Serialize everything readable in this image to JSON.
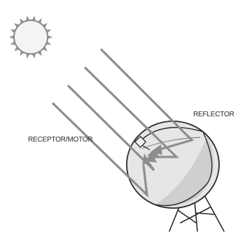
{
  "labels": {
    "receptor_motor": "RECEPTOR/MOTOR",
    "reflector": "REFLECTOR"
  },
  "elements": {
    "sun": "sun-icon",
    "rays": "sun-ray-lines",
    "dish": "parabolic-reflector-dish",
    "receptor": "receptor-motor-unit",
    "stand": "tripod-stand"
  },
  "colors": {
    "sun_fill": "#f4f4f4",
    "sun_outline": "#8a8a8a",
    "ray": "#8e8e8e",
    "dish_fill": "#e6e6e6",
    "dish_shadow": "#cfcfcf",
    "outline": "#2b2b2b",
    "label_text": "#2a2a2a"
  }
}
